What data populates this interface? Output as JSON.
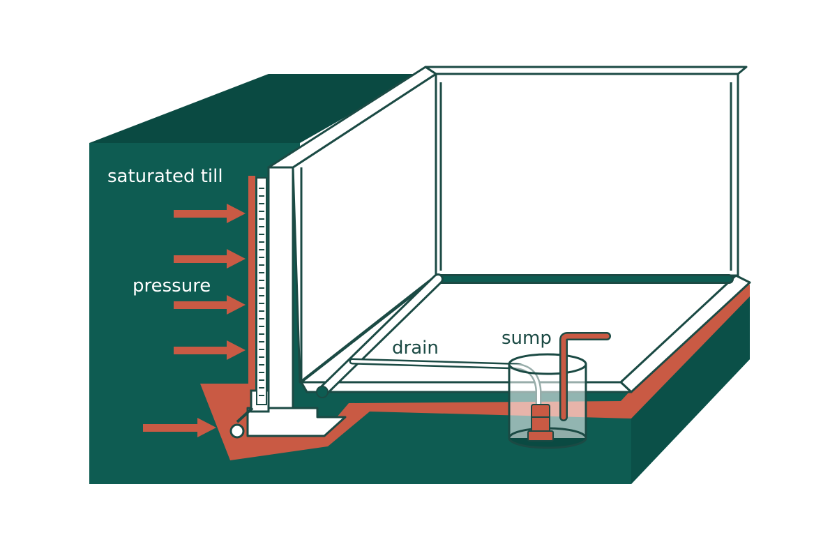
{
  "labels": {
    "saturated_till": "saturated till",
    "pressure": "pressure",
    "drain": "drain",
    "sump": "sump"
  },
  "colors": {
    "soil": "#0e5c52",
    "soil_dark": "#0a4a42",
    "stroke": "#1b4a44",
    "accent": "#c95a44",
    "concrete": "#ffffff",
    "background": "#ffffff"
  },
  "icons": [
    "pressure-arrow",
    "sump-pump",
    "drain-pipe"
  ]
}
